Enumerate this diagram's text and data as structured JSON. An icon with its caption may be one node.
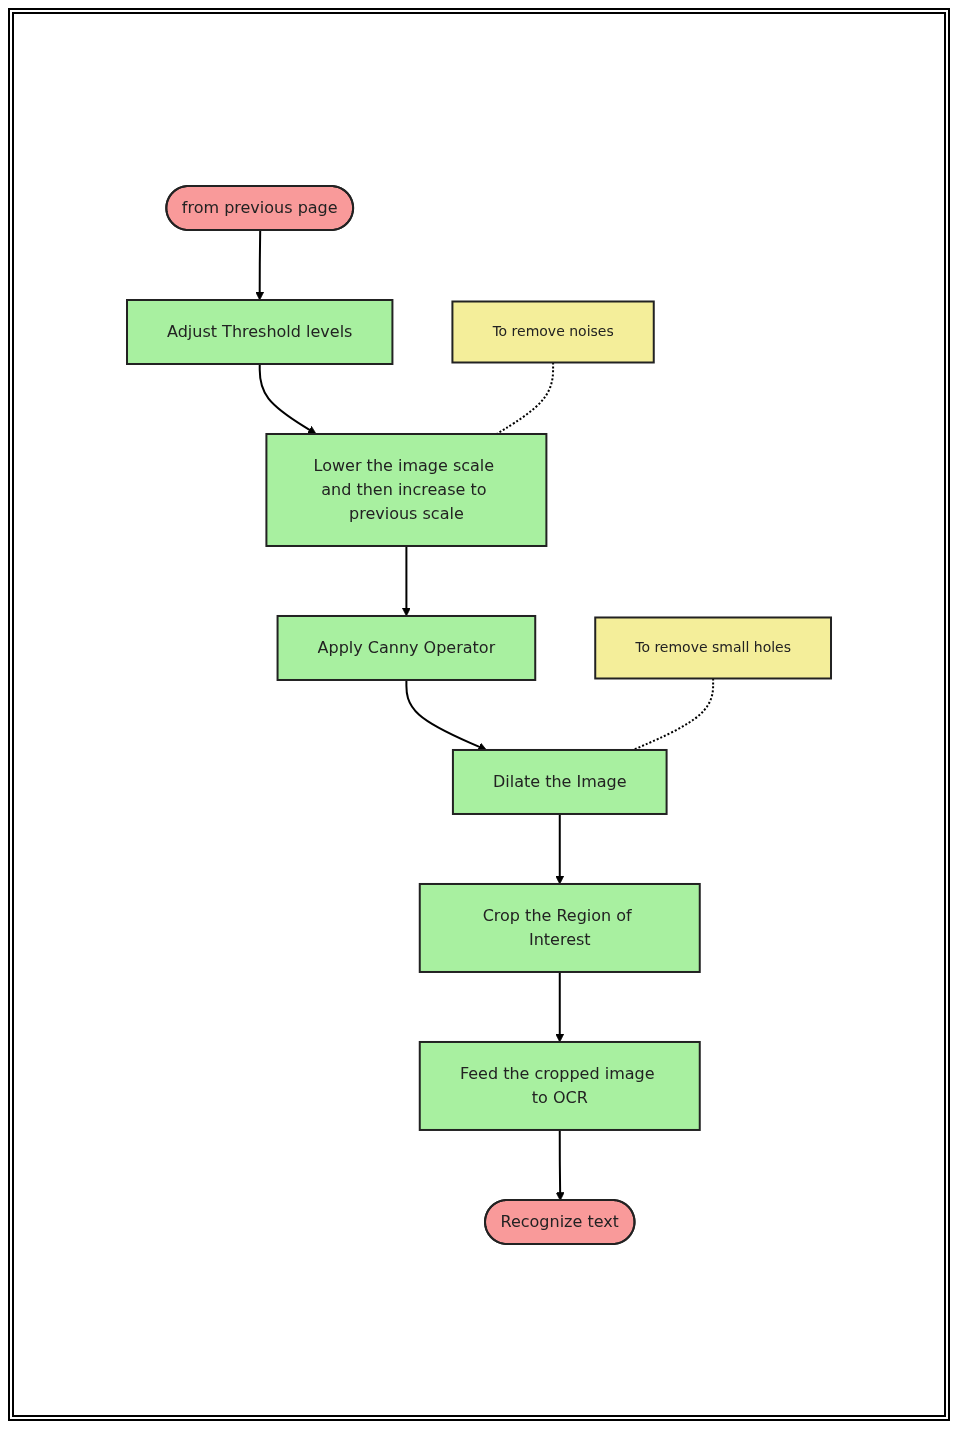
{
  "diagram": {
    "nodes": [
      {
        "text": [
          "from previous page"
        ]
      },
      {
        "text": [
          "Adjust Threshold levels"
        ]
      },
      {
        "text": [
          "To remove noises"
        ]
      },
      {
        "text": [
          "Lower the image scale and then increase to previous scale"
        ]
      },
      {
        "text": [
          "Apply Canny Operator"
        ]
      },
      {
        "text": [
          "To remove small holes"
        ]
      },
      {
        "text": [
          "Dilate the Image"
        ]
      },
      {
        "text": [
          "Crop the Region of Interest"
        ]
      },
      {
        "text": [
          "Feed the cropped image to OCR"
        ]
      },
      {
        "text": [
          "Recognize text"
        ]
      }
    ],
    "edges": [
      {
        "from": 0,
        "to": 1,
        "arrow": "to"
      },
      {
        "from": 1,
        "to": 3,
        "arrow": "to"
      },
      {
        "from": 2,
        "to": 3,
        "arrow": "none",
        "style": "dashed"
      },
      {
        "from": 3,
        "to": 4,
        "arrow": "to"
      },
      {
        "from": 4,
        "to": 6,
        "arrow": "to"
      },
      {
        "from": 5,
        "to": 6,
        "arrow": "none",
        "style": "dashed"
      },
      {
        "from": 6,
        "to": 7,
        "arrow": "to"
      },
      {
        "from": 7,
        "to": 8,
        "arrow": "to"
      },
      {
        "from": 8,
        "to": 9,
        "arrow": "to"
      }
    ]
  }
}
